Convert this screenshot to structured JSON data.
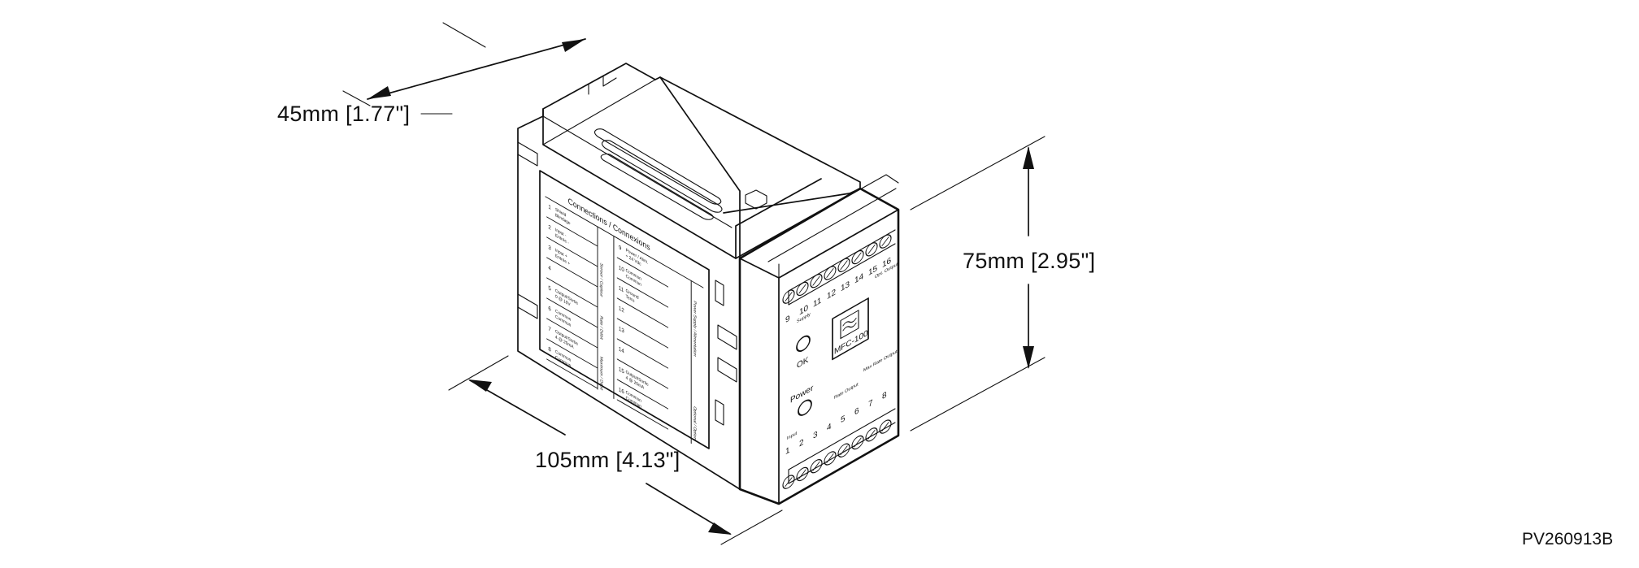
{
  "dimensions": {
    "width": "45mm  [1.77\"]",
    "height": "75mm  [2.95\"]",
    "depth": "105mm  [4.13\"]"
  },
  "drawing_ref": "PV260913B",
  "side_label": {
    "title": "Connections / Connexions",
    "left_column": [
      {
        "num": "1",
        "text": "Shield",
        "sub": "Blindage"
      },
      {
        "num": "2",
        "text": "Input -",
        "sub": "Entrée -"
      },
      {
        "num": "3",
        "text": "Input +",
        "sub": "Entrée +"
      },
      {
        "num": "4",
        "text": "",
        "sub": ""
      },
      {
        "num": "5",
        "text": "Output/Sortie",
        "sub": "0 @ 10V"
      },
      {
        "num": "6",
        "text": "Common",
        "sub": "Commun"
      },
      {
        "num": "7",
        "text": "Output/Sortie",
        "sub": "4 @ 20mA"
      },
      {
        "num": "8",
        "text": "Common",
        "sub": "Commun"
      }
    ],
    "right_column": [
      {
        "num": "9",
        "text": "Power / Alim.",
        "sub": "+ 24 Vdc"
      },
      {
        "num": "10",
        "text": "Common",
        "sub": "Commun"
      },
      {
        "num": "11",
        "text": "Ground",
        "sub": "Terre"
      },
      {
        "num": "12",
        "text": "",
        "sub": ""
      },
      {
        "num": "13",
        "text": "",
        "sub": ""
      },
      {
        "num": "14",
        "text": "",
        "sub": ""
      },
      {
        "num": "15",
        "text": "Output/Sortie",
        "sub": "4 @ 20mA"
      },
      {
        "num": "16",
        "text": "Common",
        "sub": "Commun"
      }
    ],
    "groups": {
      "sensor": "Sensor / Capteur",
      "rate": "Rate / Débit",
      "maximum": "Maximum / Débit",
      "power": "Power Supply / Alimentation",
      "optional": "Optional / Option"
    }
  },
  "front_panel": {
    "top_terminal_numbers": [
      "9",
      "10",
      "11",
      "12",
      "13",
      "14",
      "15",
      "16"
    ],
    "top_group_left": "Supply",
    "top_group_right": "Opt.\nOutput",
    "ok_label": "OK",
    "power_label": "Power",
    "logo_label": "MFC-100",
    "bottom_terminal_numbers": [
      "1",
      "2",
      "3",
      "4",
      "5",
      "6",
      "7",
      "8"
    ],
    "bottom_group_input": "Input",
    "bottom_group_rate": "Rate\nOutput",
    "bottom_group_max": "Max Rate\nOutput"
  }
}
